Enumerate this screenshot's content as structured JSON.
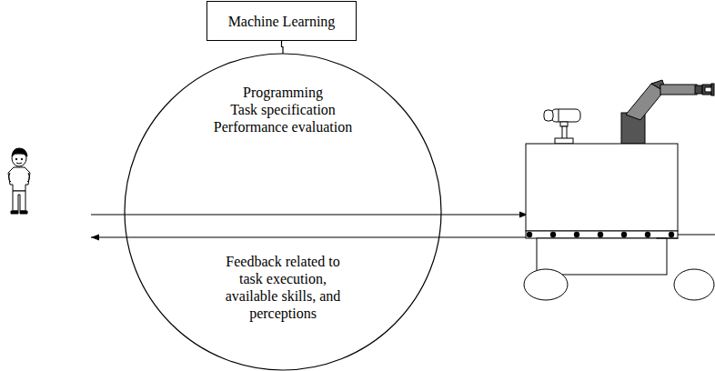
{
  "diagram": {
    "nodes": [
      {
        "text": [
          "Machine Learning"
        ]
      },
      {
        "text": [
          "Programming",
          "Task specification",
          "Performance evaluation",
          "Feedback related to task execution, available skills, and perceptions"
        ]
      }
    ],
    "edges": [
      {
        "from": 0,
        "to": 1,
        "arrow": "none"
      }
    ]
  }
}
